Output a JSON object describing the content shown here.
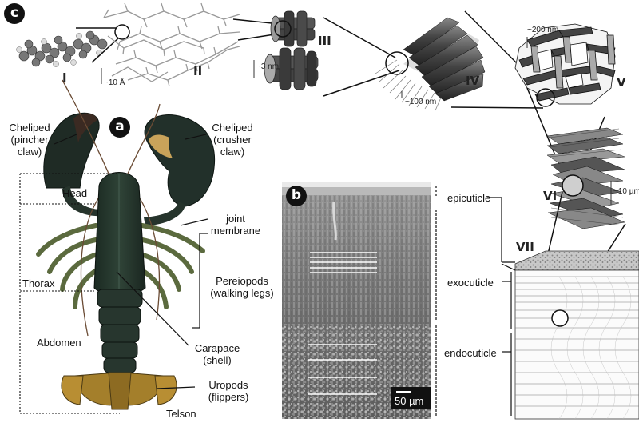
{
  "panel_labels": {
    "a": "a",
    "b": "b",
    "c": "c"
  },
  "hierarchy_levels": [
    "I",
    "II",
    "III",
    "IV",
    "V",
    "VI",
    "VII"
  ],
  "scales": {
    "s10a": "~10 Å",
    "s3nm": "~3 nm",
    "s100nm": "~100 nm",
    "s200nm": "~200 nm",
    "s10um": "~10 µm"
  },
  "lobster_labels": {
    "cheliped_pincher": [
      "Cheliped",
      "(pincher",
      "claw)"
    ],
    "cheliped_crusher": [
      "Cheliped",
      "(crusher",
      "claw)"
    ],
    "head": "Head",
    "joint_membrane": [
      "joint",
      "membrane"
    ],
    "thorax": "Thorax",
    "pereiopods": [
      "Pereiopods",
      "(walking legs)"
    ],
    "abdomen": "Abdomen",
    "carapace": [
      "Carapace",
      "(shell)"
    ],
    "uropods": [
      "Uropods",
      "(flippers)"
    ],
    "telson": "Telson"
  },
  "sem": {
    "scale_bar": "50 µm"
  },
  "cuticle_layers": {
    "epicuticle": "epicuticle",
    "exocuticle": "exocuticle",
    "endocuticle": "endocuticle"
  }
}
